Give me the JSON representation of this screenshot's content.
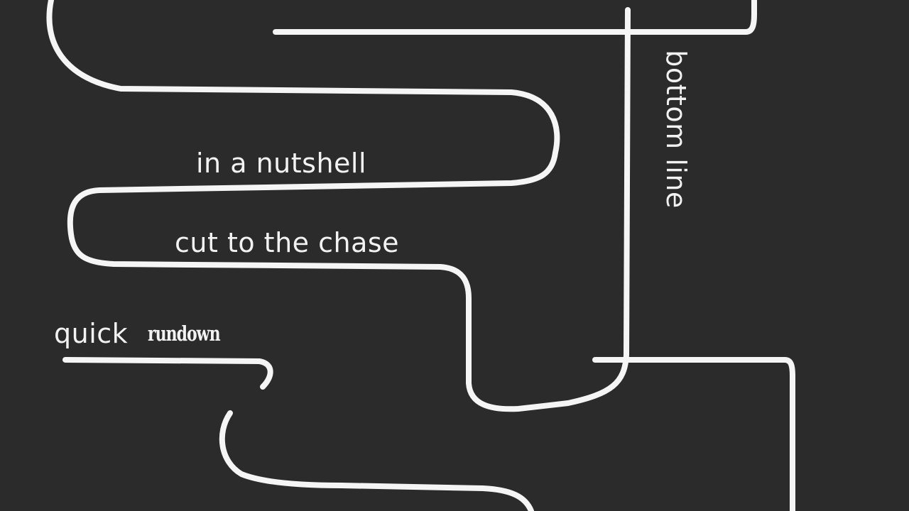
{
  "scene": {
    "background": "#2b2b2b",
    "line_color": "#f5f5f5"
  },
  "phrases": {
    "p1": "in a nutshell",
    "p2": "cut to the chase",
    "p3": "quick",
    "p4": "rundown",
    "p5": "bottom line"
  }
}
